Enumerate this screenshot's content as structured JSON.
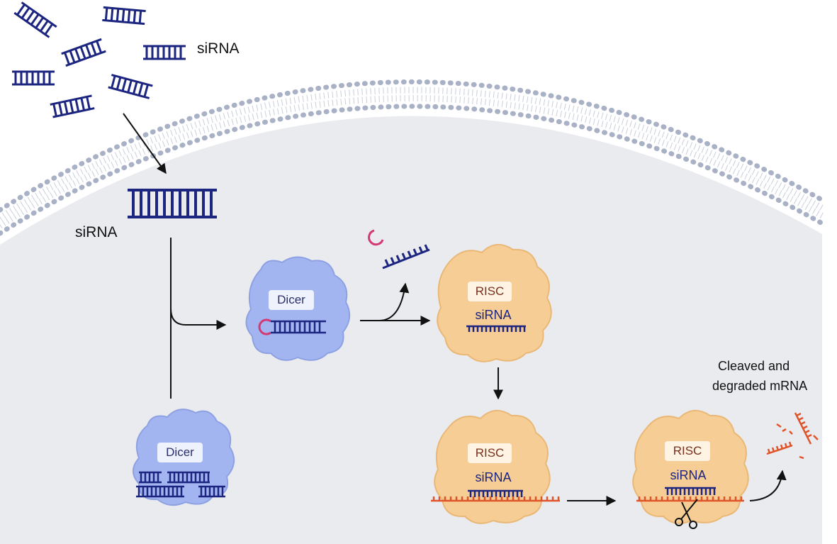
{
  "labels": {
    "sirna_outside": "siRNA",
    "sirna_inside": "siRNA",
    "cleaved_line1": "Cleaved and",
    "cleaved_line2": "degraded mRNA"
  },
  "complexes": {
    "dicer_bottom": "Dicer",
    "dicer_middle": "Dicer",
    "risc_top": "RISC",
    "risc_top_sirna": "siRNA",
    "risc_middle": "RISC",
    "risc_middle_sirna": "siRNA",
    "risc_right": "RISC",
    "risc_right_sirna": "siRNA"
  },
  "colors": {
    "cytoplasm": "#eaebef",
    "membrane_head": "#a9b1c6",
    "sirna": "#1c2580",
    "dicer_fill": "#a3b5f0",
    "risc_fill": "#f6cd94",
    "mrna": "#e0542a",
    "cap": "#d33a73",
    "arrow": "#111111"
  }
}
